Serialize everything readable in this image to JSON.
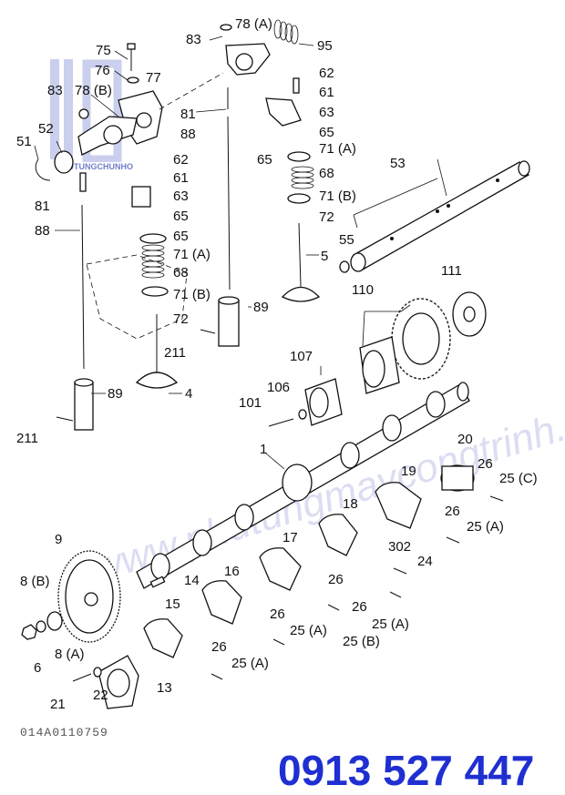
{
  "watermark": {
    "logo_text": "PHUTUNGCHUNHO",
    "site_text": "www.phutungmaycongtrinh.net"
  },
  "diagram_code": "014A0110759",
  "phone": "0913 527 447",
  "labels": {
    "l75": "75",
    "l76": "76",
    "l77": "77",
    "l83a": "83",
    "l78b": "78 (B)",
    "l52": "52",
    "l51": "51",
    "l81a": "81",
    "l88a": "88",
    "l62a": "62",
    "l61a": "61",
    "l63a": "63",
    "l65a": "65",
    "l65b": "65",
    "l71aa": "71 (A)",
    "l68a": "68",
    "l71ba": "71 (B)",
    "l72a": "72",
    "l211a": "211",
    "l89a": "89",
    "l4": "4",
    "l211b": "211",
    "l83b": "83",
    "l78a": "78 (A)",
    "l95": "95",
    "l81b": "81",
    "l88b": "88",
    "l89b": "89",
    "l62b": "62",
    "l61b": "61",
    "l63b": "63",
    "l65c": "65",
    "l65d": "65",
    "l71ab": "71 (A)",
    "l68b": "68",
    "l71bb": "71 (B)",
    "l72b": "72",
    "l5": "5",
    "l53": "53",
    "l55": "55",
    "l111": "111",
    "l110": "110",
    "l107": "107",
    "l106": "106",
    "l101": "101",
    "l1": "1",
    "l20": "20",
    "l26a": "26",
    "l25c": "25 (C)",
    "l19": "19",
    "l26b": "26",
    "l25a1": "25 (A)",
    "l18": "18",
    "l302": "302",
    "l24": "24",
    "l17": "17",
    "l26c": "26",
    "l26d": "26",
    "l25a2": "25 (A)",
    "l16": "16",
    "l26e": "26",
    "l25b": "25 (B)",
    "l25a3": "25 (A)",
    "l15": "15",
    "l26f": "26",
    "l25a4": "25 (A)",
    "l9": "9",
    "l14": "14",
    "l8b": "8 (B)",
    "l8a": "8 (A)",
    "l6": "6",
    "l21": "21",
    "l22": "22",
    "l13": "13"
  }
}
